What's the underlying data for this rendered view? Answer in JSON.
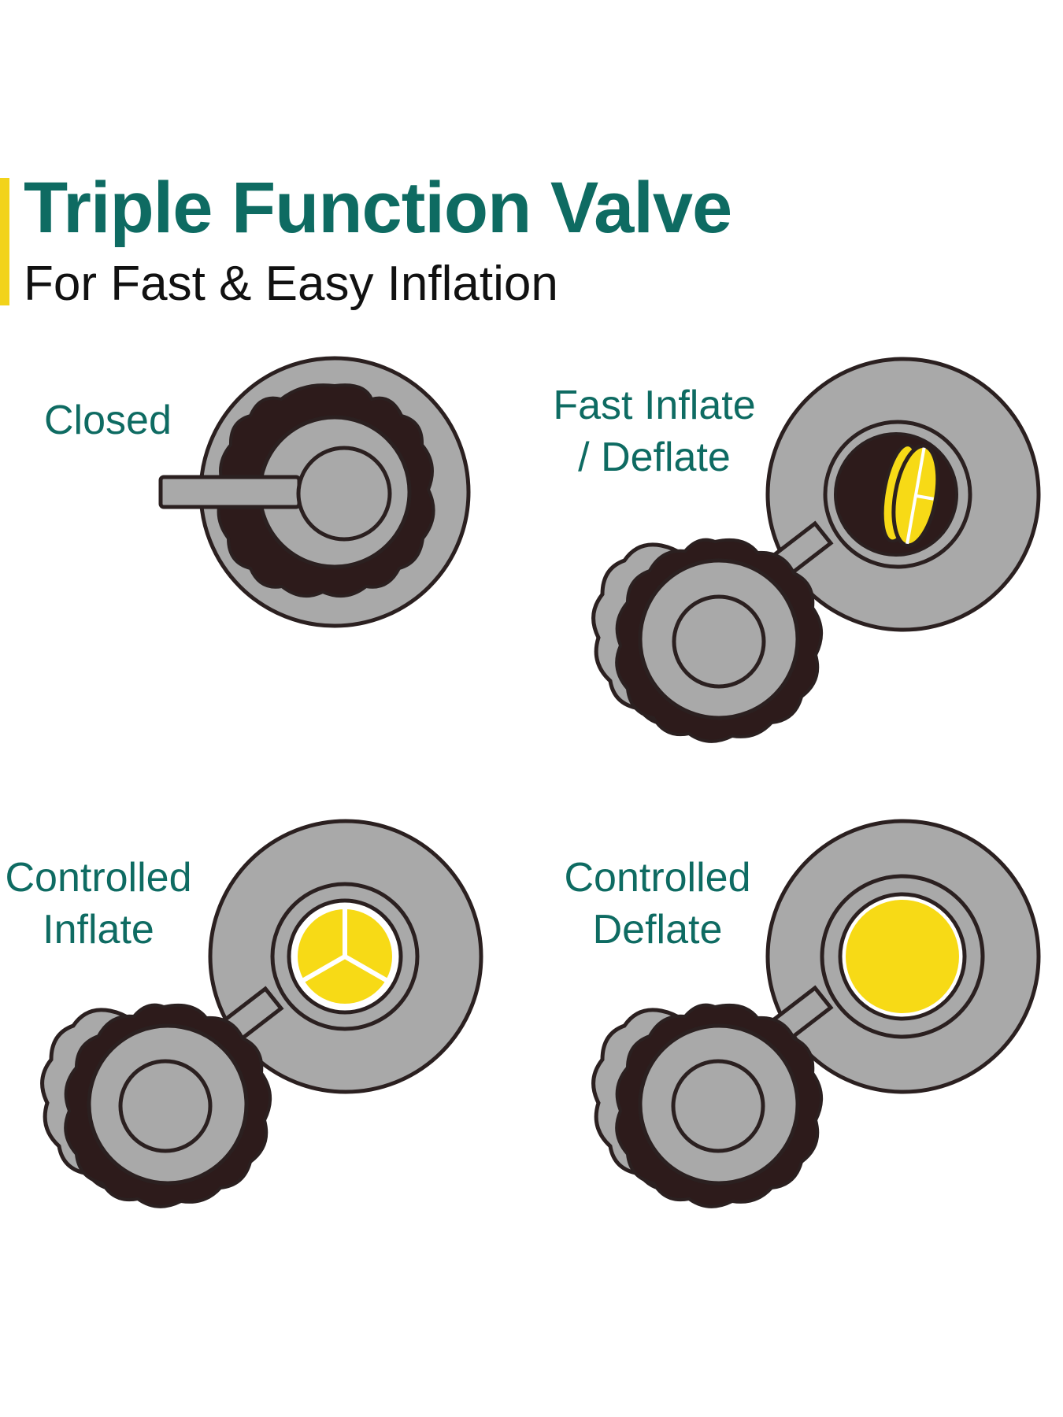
{
  "header": {
    "title": "Triple Function Valve",
    "subtitle": "For Fast & Easy Inflation"
  },
  "valves": [
    {
      "label_line1": "Closed",
      "label_line2": "",
      "state": "closed"
    },
    {
      "label_line1": "Fast Inflate",
      "label_line2": "/ Deflate",
      "state": "open"
    },
    {
      "label_line1": "Controlled",
      "label_line2": "Inflate",
      "state": "controlled-inflate"
    },
    {
      "label_line1": "Controlled",
      "label_line2": "Deflate",
      "state": "controlled-deflate"
    }
  ],
  "colors": {
    "title": "#0e6b62",
    "accent_bar": "#f2d31a",
    "valve_gray": "#a9a9a9",
    "valve_dark": "#2d1b1b",
    "valve_yellow": "#f7da16"
  }
}
